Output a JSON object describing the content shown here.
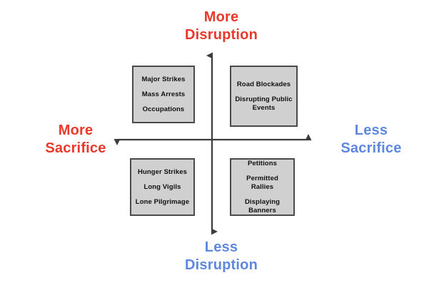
{
  "diagram": {
    "type": "2x2-matrix",
    "colors": {
      "more_axis": "#e8392a",
      "less_axis": "#5e88e0",
      "box_fill": "#d0d0d0",
      "box_border": "#4a4a4a",
      "axis_line": "#3c3c3c",
      "background": "#ffffff"
    },
    "axes": {
      "vertical": {
        "top_label": "More\nDisruption",
        "bottom_label": "Less\nDisruption"
      },
      "horizontal": {
        "left_label": "More\nSacrifice",
        "right_label": "Less\nSacrifice"
      }
    },
    "quadrants": [
      {
        "position": "top-left",
        "meaning": "More Disruption / More Sacrifice",
        "items": [
          "Major Strikes",
          "Mass Arrests",
          "Occupations"
        ]
      },
      {
        "position": "top-right",
        "meaning": "More Disruption / Less Sacrifice",
        "items": [
          "Road Blockades",
          "Disrupting Public\nEvents"
        ]
      },
      {
        "position": "bottom-left",
        "meaning": "Less Disruption / More Sacrifice",
        "items": [
          "Hunger Strikes",
          "Long Vigils",
          "Lone Pilgrimage"
        ]
      },
      {
        "position": "bottom-right",
        "meaning": "Less Disruption / Less Sacrifice",
        "items": [
          "Petitions",
          "Permitted Rallies",
          "Displaying\nBanners"
        ]
      }
    ]
  }
}
